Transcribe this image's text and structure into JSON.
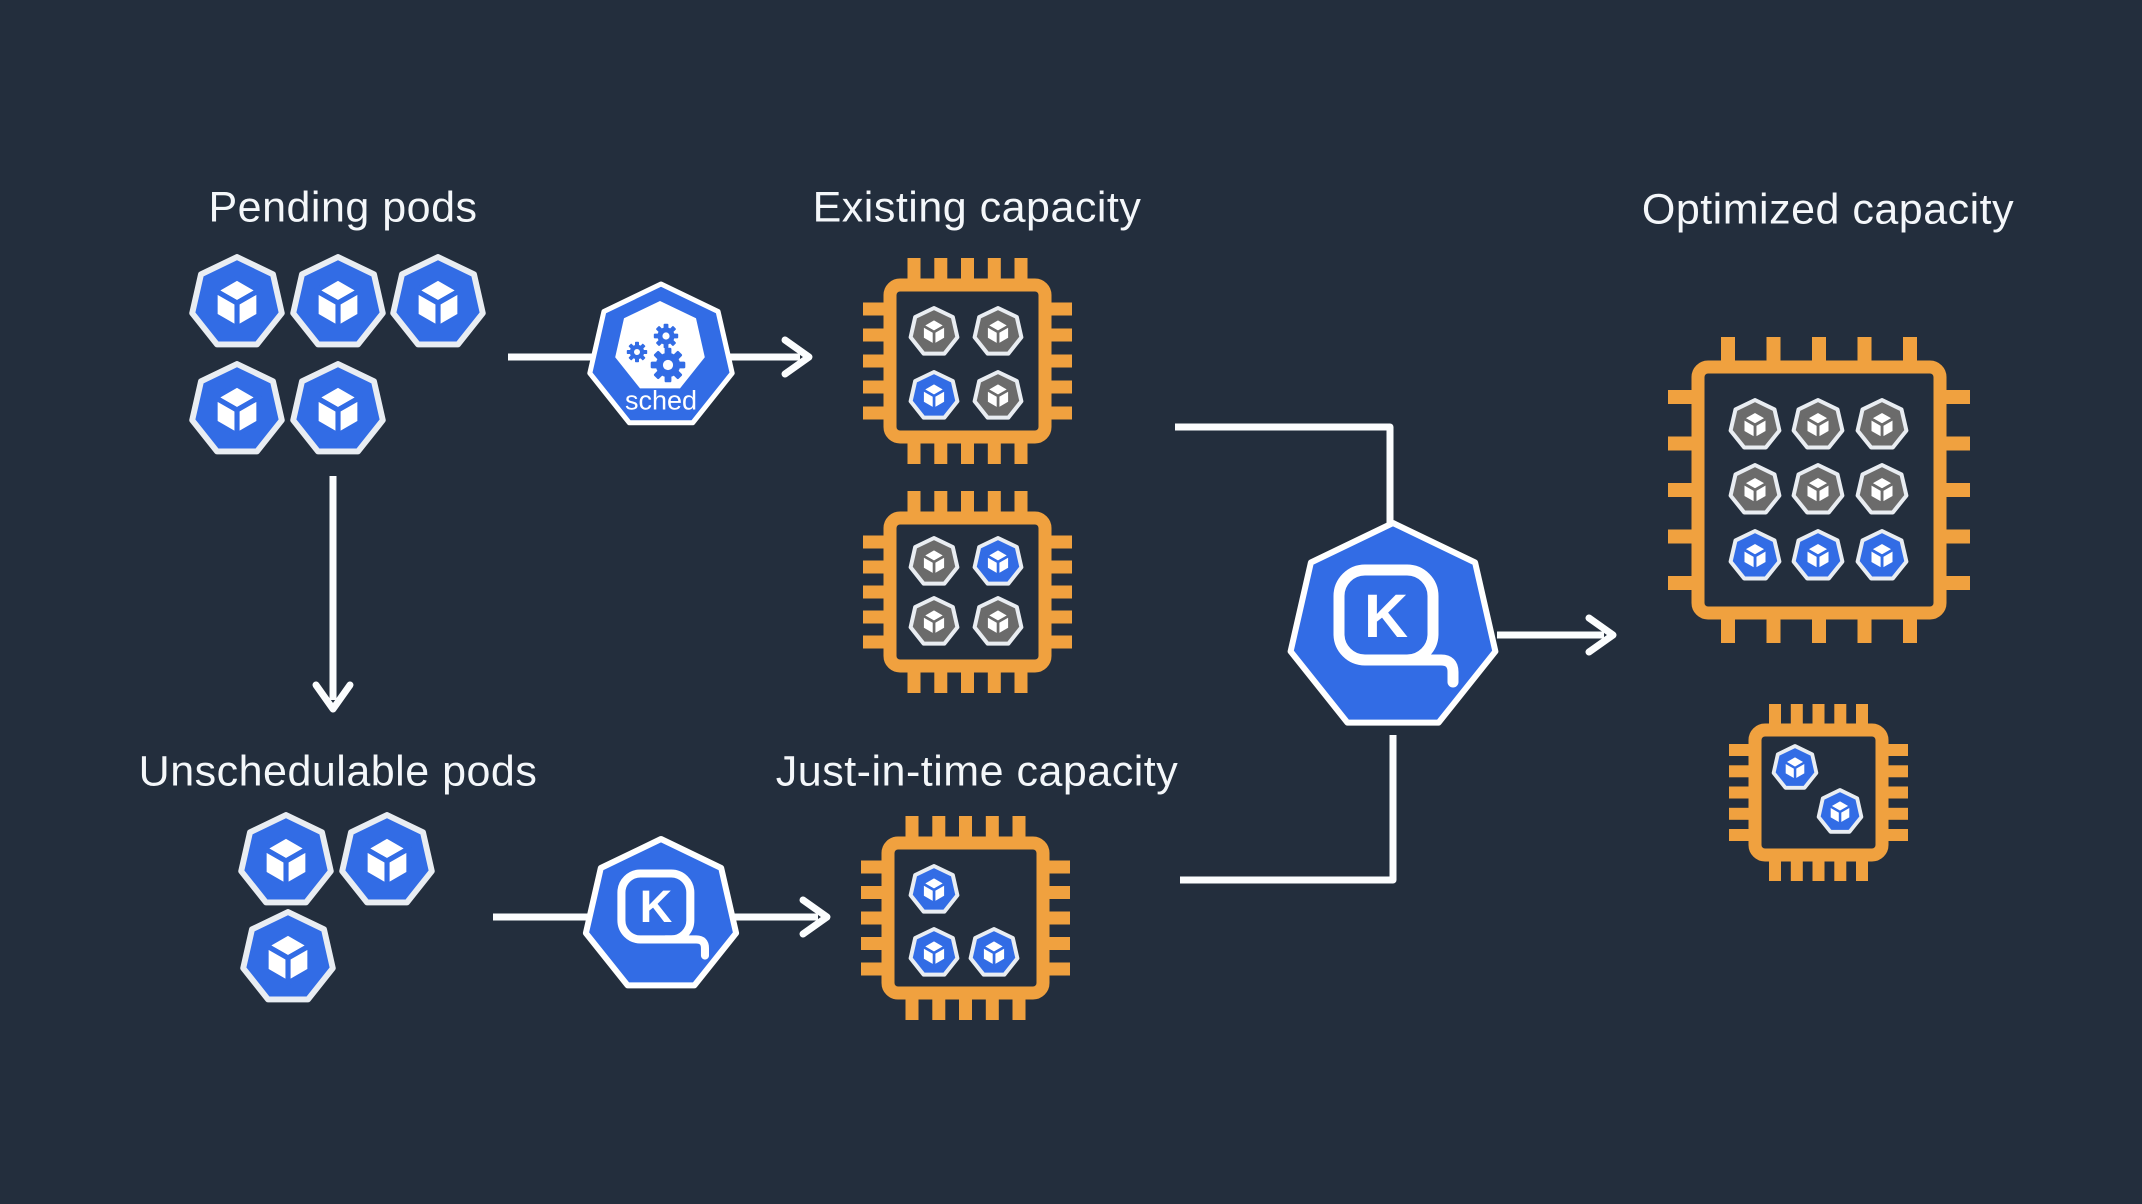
{
  "colors": {
    "background": "#232e3d",
    "blue": "#326ce5",
    "orange": "#f0a13f",
    "gray": "#6b6b6b",
    "pod_border": "#e9edf2",
    "line": "#fbfdfe",
    "label_text": "#f4f7fa"
  },
  "nodes": {
    "pending_pods": {
      "label": "Pending pods",
      "icon": "kubernetes-pod-icon",
      "pod_rows": [
        [
          "blue",
          "blue",
          "blue"
        ],
        [
          "blue",
          "blue"
        ]
      ]
    },
    "scheduler": {
      "label": "sched",
      "icon": "kube-scheduler-icon"
    },
    "existing_capacity": {
      "label": "Existing capacity",
      "icon": "cpu-chip-icon",
      "chips": [
        {
          "pod_grid": [
            [
              "gray",
              "gray"
            ],
            [
              "blue",
              "gray"
            ]
          ]
        },
        {
          "pod_grid": [
            [
              "gray",
              "blue"
            ],
            [
              "gray",
              "gray"
            ]
          ]
        }
      ]
    },
    "unschedulable_pods": {
      "label": "Unschedulable pods",
      "icon": "kubernetes-pod-icon",
      "pod_rows": [
        [
          "blue",
          "blue"
        ],
        [
          "blue"
        ]
      ]
    },
    "karpenter_jit": {
      "label": "K",
      "icon": "karpenter-icon"
    },
    "jit_capacity": {
      "label": "Just-in-time capacity",
      "icon": "cpu-chip-icon",
      "chips": [
        {
          "pod_grid": [
            [
              "blue",
              null
            ],
            [
              "blue",
              "blue"
            ]
          ]
        }
      ]
    },
    "karpenter_main": {
      "label": "K",
      "icon": "karpenter-icon"
    },
    "optimized_capacity": {
      "label": "Optimized capacity",
      "icon": "cpu-chip-icon",
      "chips": [
        {
          "pod_grid": [
            [
              "gray",
              "gray",
              "gray"
            ],
            [
              "gray",
              "gray",
              "gray"
            ],
            [
              "blue",
              "blue",
              "blue"
            ]
          ]
        },
        {
          "pod_grid": [
            [
              "blue",
              null
            ],
            [
              null,
              "blue"
            ]
          ]
        }
      ]
    }
  }
}
